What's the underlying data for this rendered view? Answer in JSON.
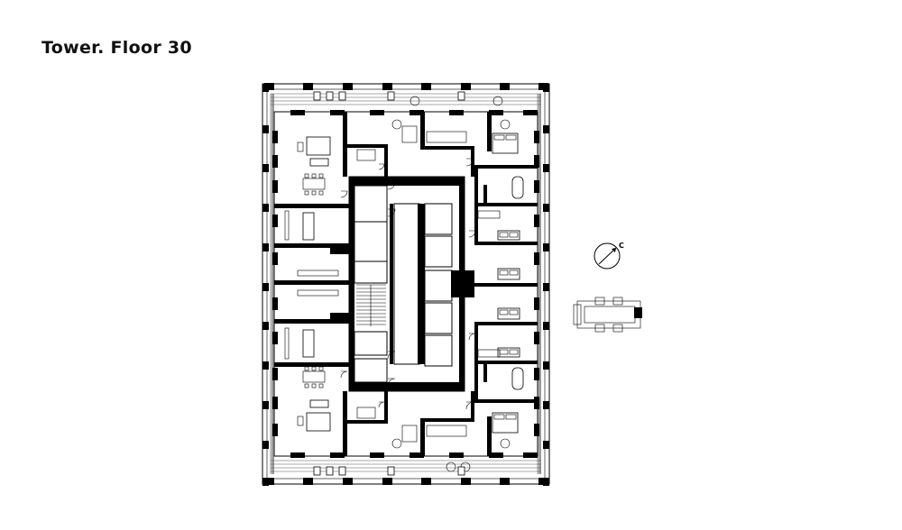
{
  "title": "Tower. Floor 30",
  "compass": {
    "label": "C"
  },
  "icons": {
    "north_arrow": "compass-icon",
    "key_plan": "building-key-plan"
  }
}
